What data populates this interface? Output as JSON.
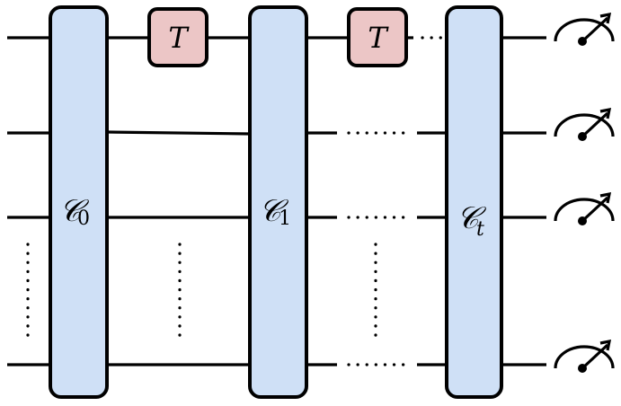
{
  "gates": {
    "clifford": [
      {
        "symbol": "𝒞",
        "subscript": "0",
        "icon": "clifford-block"
      },
      {
        "symbol": "𝒞",
        "subscript": "1",
        "icon": "clifford-block"
      },
      {
        "symbol": "𝒞",
        "subscript": "t",
        "icon": "clifford-block"
      }
    ],
    "t_gates": [
      {
        "label": "T"
      },
      {
        "label": "T"
      }
    ]
  },
  "measurements": {
    "count": 4,
    "icon": "measurement-meter-icon"
  },
  "colors": {
    "clifford_fill": "#cfe0f6",
    "t_gate_fill": "#ecc6c6",
    "wire": "#000000"
  }
}
